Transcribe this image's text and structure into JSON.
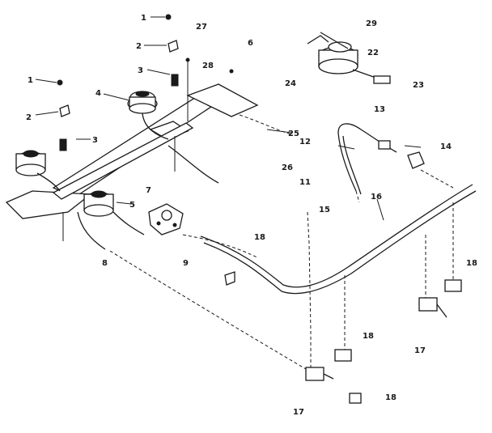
{
  "callouts": [
    {
      "id": "c1a",
      "text": "1",
      "x": 0,
      "y": 0
    },
    {
      "id": "c27",
      "text": "27"
    },
    {
      "id": "c2a",
      "text": "2"
    },
    {
      "id": "c6",
      "text": "6"
    },
    {
      "id": "c29",
      "text": "29"
    },
    {
      "id": "c3a",
      "text": "3"
    },
    {
      "id": "c28",
      "text": "28"
    },
    {
      "id": "c22",
      "text": "22"
    },
    {
      "id": "c1b",
      "text": "1"
    },
    {
      "id": "c23",
      "text": "23"
    },
    {
      "id": "c4",
      "text": "4"
    },
    {
      "id": "c24",
      "text": "24"
    },
    {
      "id": "c2b",
      "text": "2"
    },
    {
      "id": "c13",
      "text": "13"
    },
    {
      "id": "c25",
      "text": "25"
    },
    {
      "id": "c3b",
      "text": "3"
    },
    {
      "id": "c12",
      "text": "12"
    },
    {
      "id": "c14",
      "text": "14"
    },
    {
      "id": "c26",
      "text": "26"
    },
    {
      "id": "c7",
      "text": "7"
    },
    {
      "id": "c11",
      "text": "11"
    },
    {
      "id": "c16",
      "text": "16"
    },
    {
      "id": "c5",
      "text": "5"
    },
    {
      "id": "c15",
      "text": "15"
    },
    {
      "id": "c18a",
      "text": "18"
    },
    {
      "id": "c9",
      "text": "9"
    },
    {
      "id": "c8",
      "text": "8"
    },
    {
      "id": "c18b",
      "text": "18"
    },
    {
      "id": "c18c",
      "text": "18"
    },
    {
      "id": "c17a",
      "text": "17"
    },
    {
      "id": "c17b",
      "text": "17"
    },
    {
      "id": "c18d",
      "text": "18"
    }
  ]
}
